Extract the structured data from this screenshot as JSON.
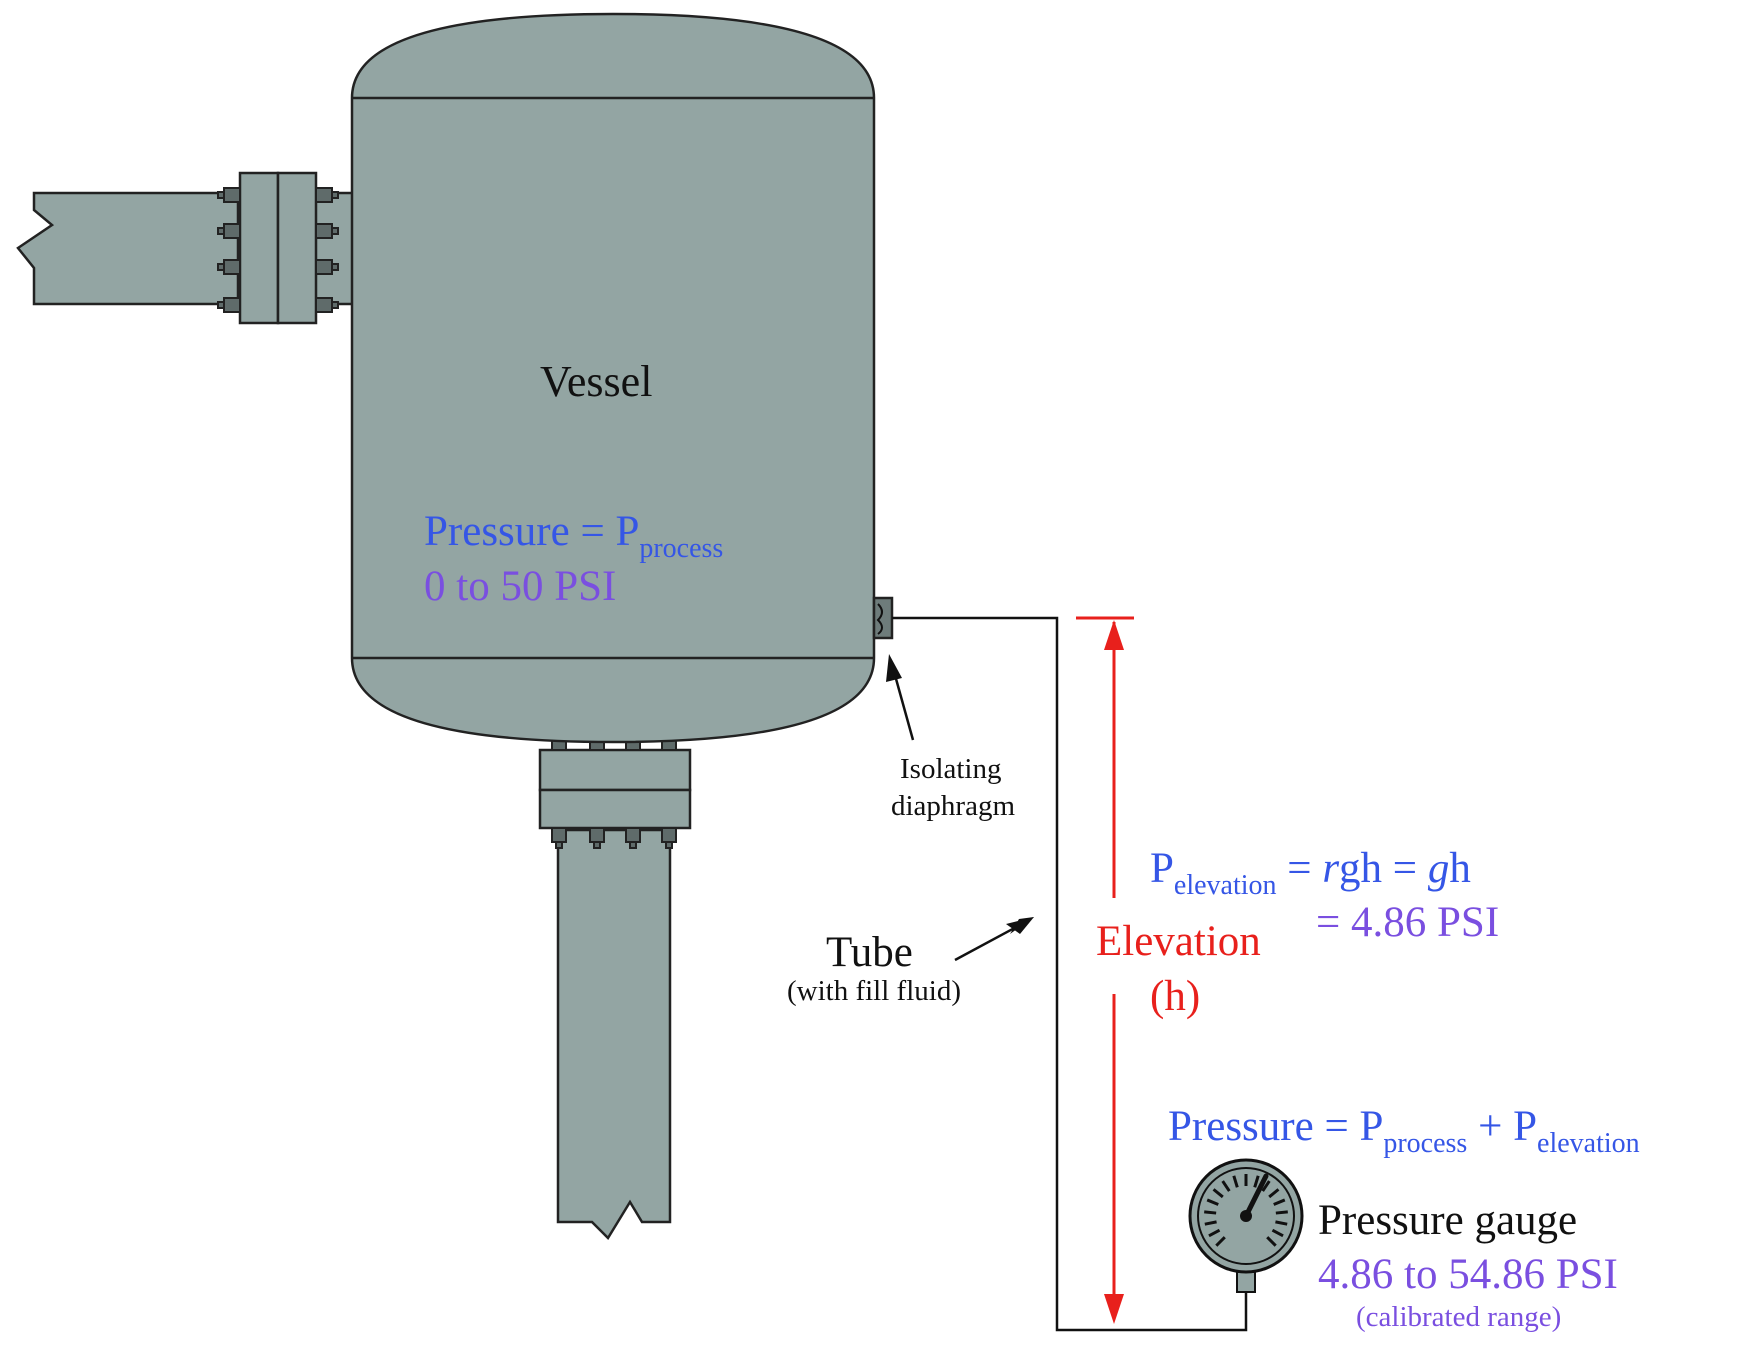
{
  "labels": {
    "vessel": "Vessel",
    "process_pressure_prefix": "Pressure = P",
    "process_sub": "process",
    "process_range": "0 to 50 PSI",
    "diaphragm_line1": "Isolating",
    "diaphragm_line2": "diaphragm",
    "tube": "Tube",
    "tube_sub": "(with fill fluid)",
    "elevation": "Elevation",
    "elevation_h": "(h)",
    "pelev_P": "P",
    "pelev_sub": "elevation",
    "pelev_eq1": " = ",
    "pelev_rho": "r",
    "pelev_gh1": "gh = ",
    "pelev_gamma": "g",
    "pelev_h": "h",
    "pelev_value": "= 4.86 PSI",
    "gauge_pressure_prefix": "Pressure = P",
    "gauge_sub1": "process",
    "gauge_plus": " + P",
    "gauge_sub2": "elevation",
    "gauge_name": "Pressure gauge",
    "gauge_range": "4.86 to 54.86 PSI",
    "gauge_range_note": "(calibrated range)"
  },
  "colors": {
    "vessel_fill": "#93a5a3",
    "elevation_red": "#e8201c",
    "formula_blue": "#3556e6",
    "value_purple": "#7a4fe0"
  }
}
